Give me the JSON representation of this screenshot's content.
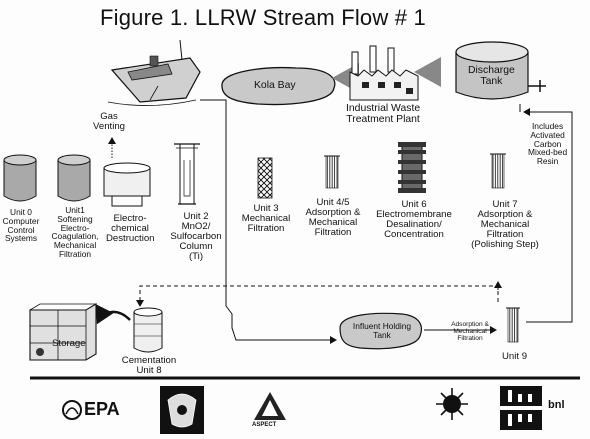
{
  "title": "Figure 1.  LLRW Stream Flow # 1",
  "labels": {
    "kola_bay": "Kola Bay",
    "treatment_plant": [
      "Industrial Waste",
      "Treatment Plant"
    ],
    "discharge_tank": [
      "Discharge",
      "Tank"
    ],
    "gas_venting": [
      "Gas",
      "Venting"
    ],
    "includes": [
      "Includes",
      "Activated",
      "Carbon",
      "Mixed-bed",
      "Resin"
    ],
    "unit0": [
      "Unit 0",
      "Computer",
      "Control",
      "Systems"
    ],
    "unit1": [
      "Unit1",
      "Softening",
      "Electro-",
      "Coagulation,",
      "Mechanical",
      "Filtration"
    ],
    "electrochem": [
      "Electro-",
      "chemical",
      "Destruction"
    ],
    "unit2": [
      "Unit 2",
      "MnO2/",
      "Sulfocarbon",
      "Column",
      "(Ti)"
    ],
    "unit3": [
      "Unit 3",
      "Mechanical",
      "Filtration"
    ],
    "unit45": [
      "Unit 4/5",
      "Adsorption &",
      "Mechanical",
      "Filtration"
    ],
    "unit6": [
      "Unit 6",
      "Electromembrane",
      "Desalination/",
      "Concentration"
    ],
    "unit7": [
      "Unit 7",
      "Adsorption &",
      "Mechanical",
      "Filtration",
      "(Polishing Step)"
    ],
    "storage": "Storage",
    "cementation": [
      "Cementation",
      "Unit 8"
    ],
    "influent_tank": [
      "Influent Holding",
      "Tank"
    ],
    "adsorption_small": [
      "Adsorption &",
      "Mechanical",
      "Filtration"
    ],
    "unit9": "Unit 9"
  },
  "logos": {
    "epa": "EPA",
    "aspect": "ASPECT",
    "bnl": "bnl"
  },
  "colors": {
    "ink": "#111111",
    "fill_gray": "#bdbdbd",
    "fill_dark": "#6a6a6a",
    "fill_light": "#e2e2e2"
  }
}
